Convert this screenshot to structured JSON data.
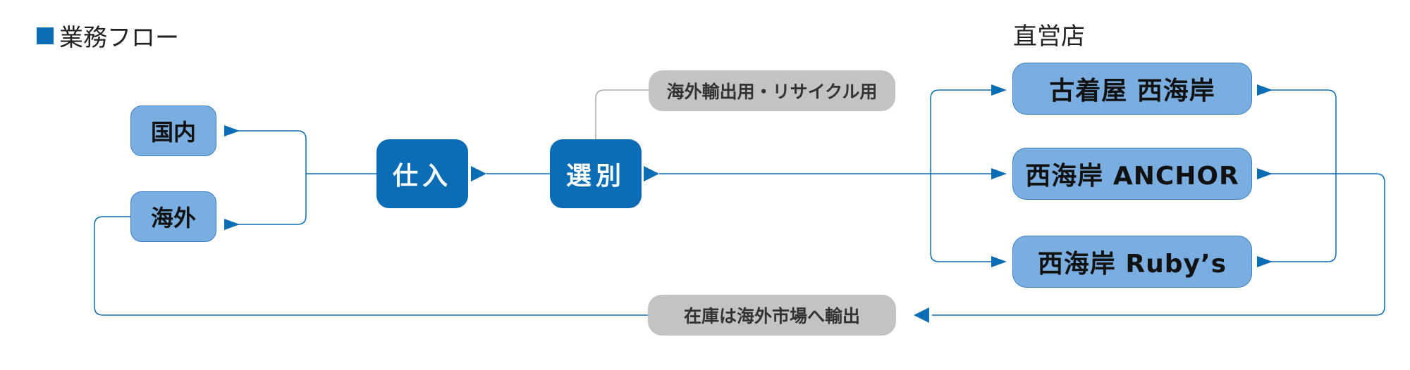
{
  "header": {
    "title": "業務フロー",
    "stores_heading": "直営店"
  },
  "colors": {
    "primary": "#0a6db5",
    "light": "#7aaee0",
    "gray": "#c3c3c3",
    "line": "#0a6db5"
  },
  "nodes": {
    "domestic": "国内",
    "overseas": "海外",
    "purchase": "仕入",
    "sorting": "選別",
    "export_recycle": "海外輸出用・リサイクル用",
    "stores": [
      "古着屋 西海岸",
      "西海岸 ANCHOR",
      "西海岸 Ruby’s"
    ],
    "stock_export": "在庫は海外市場へ輸出"
  }
}
